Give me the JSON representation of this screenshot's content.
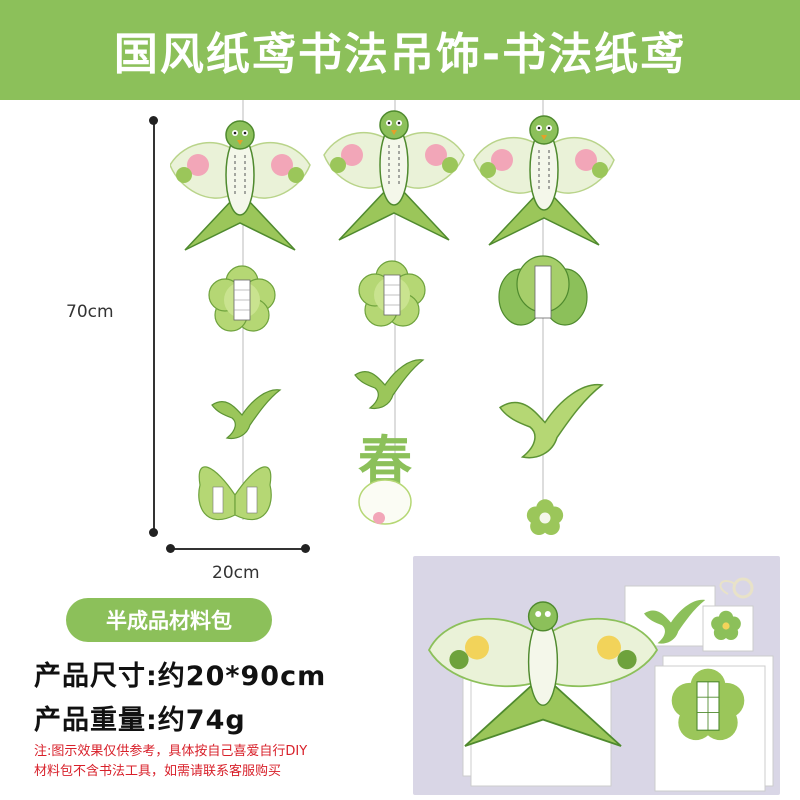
{
  "banner": {
    "title": "国风纸鸢书法吊饰-书法纸鸢"
  },
  "dimensions": {
    "height_label": "70cm",
    "width_label": "20cm"
  },
  "badge": {
    "label": "半成品材料包"
  },
  "specs": [
    {
      "text": "产品尺寸:约20*90cm"
    },
    {
      "text": "产品重量:约74g"
    }
  ],
  "notes": [
    "注:图示效果仅供参考，具体按自己喜爱自行DIY",
    "材料包不含书法工具，如需请联系客服购买"
  ],
  "decor_glyph": "春",
  "colors": {
    "banner": "#8cc05a",
    "leaf": "#9bc65a",
    "dark_green": "#4f8a2e",
    "note_red": "#d8202a"
  }
}
